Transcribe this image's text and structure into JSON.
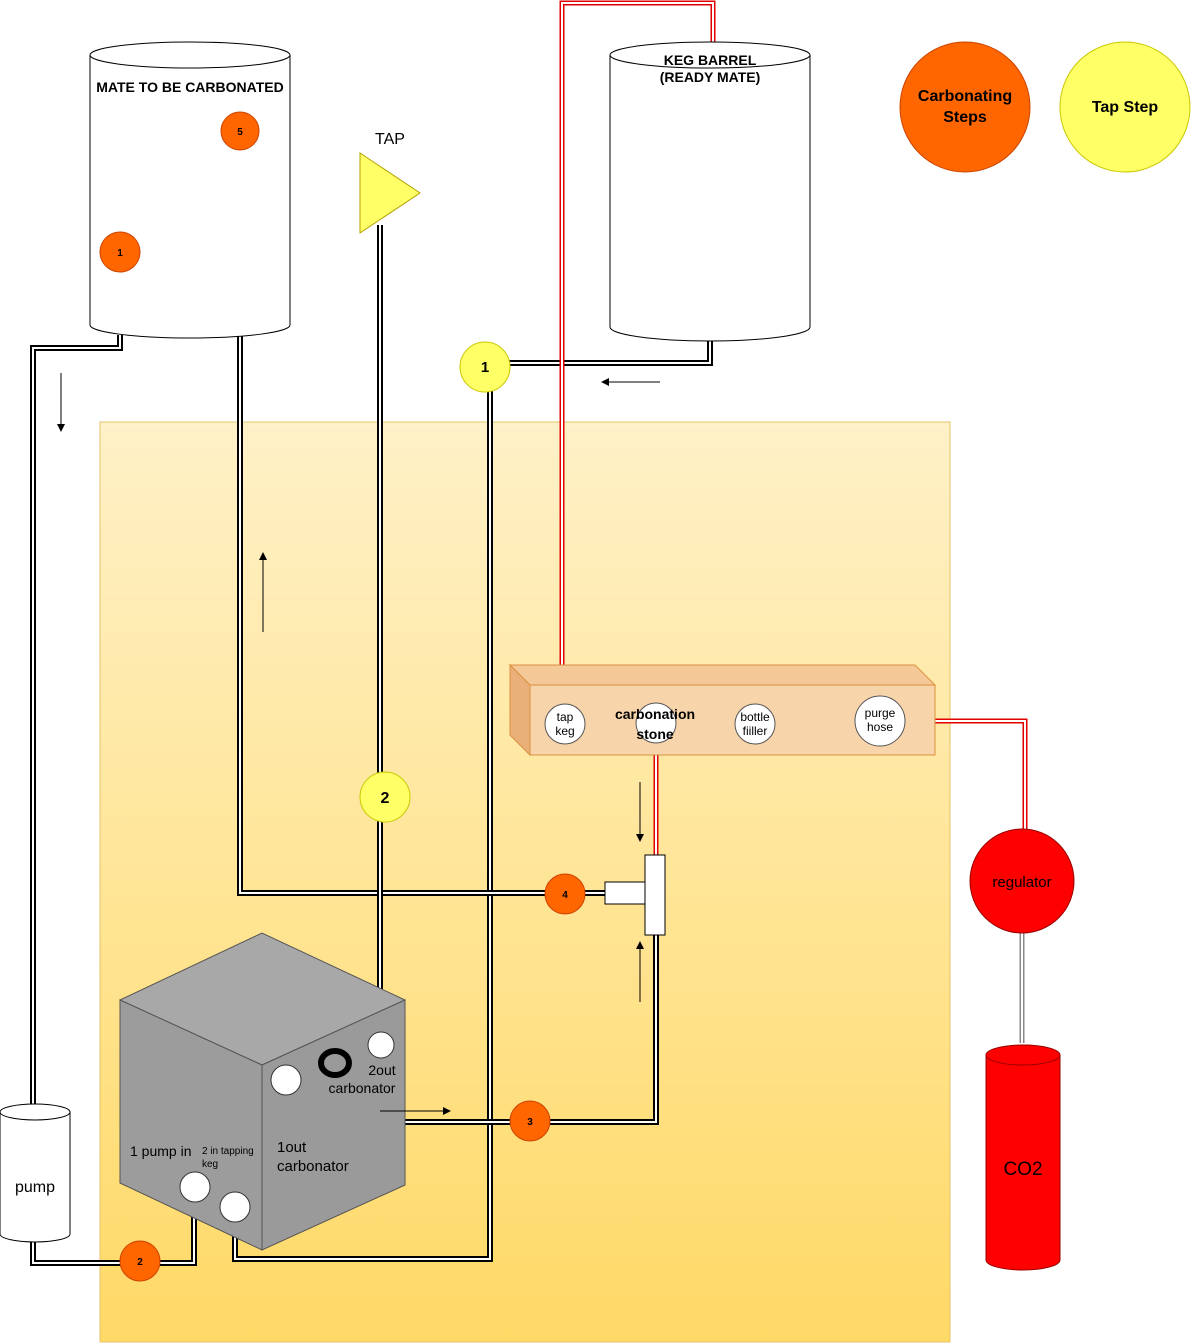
{
  "tanks": {
    "mate": "MATE TO BE CARBONATED",
    "keg_line1": "KEG BARREL",
    "keg_line2": "(READY MATE)"
  },
  "tap_label": "TAP",
  "legend": {
    "carbonating_line1": "Carbonating",
    "carbonating_line2": "Steps",
    "tap_step": "Tap Step",
    "carbonating_color": "#ff6600",
    "tap_color": "#ffff66"
  },
  "manifold": {
    "port_tap_keg_1": "tap",
    "port_tap_keg_2": "keg",
    "stone_1": "carbonation",
    "stone_2": "stone",
    "bottle_1": "bottle",
    "bottle_2": "fiiller",
    "purge_1": "purge",
    "purge_2": "hose"
  },
  "regulator": "regulator",
  "co2": "CO2",
  "pump": "pump",
  "carbonator": {
    "out2_1": "2out",
    "out2_2": "carbonator",
    "out1_1": "1out",
    "out1_2": "carbonator",
    "pump_in": "1 pump in",
    "tap_in_1": "2 in tapping",
    "tap_in_2": "keg"
  },
  "steps": {
    "mate_5": "5",
    "mate_1": "1",
    "tap_1": "1",
    "tap_2": "2",
    "carb_2": "2",
    "carb_3": "3",
    "carb_4": "4"
  }
}
